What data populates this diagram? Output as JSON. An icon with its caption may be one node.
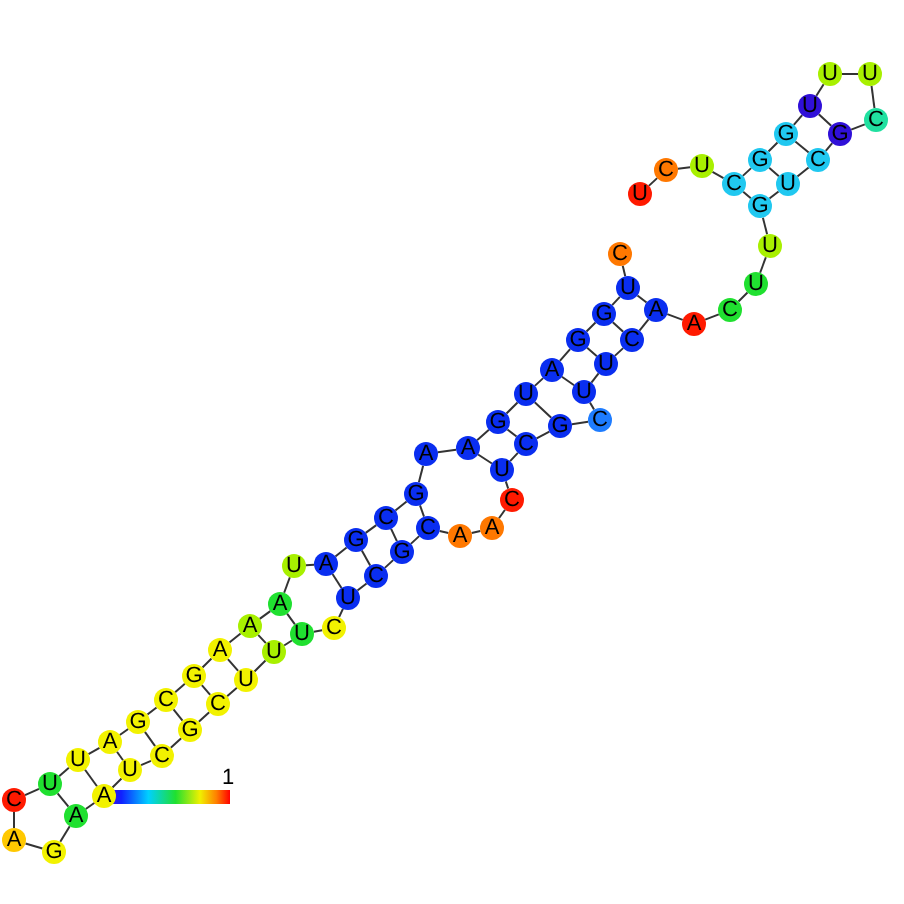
{
  "diagram": {
    "nodes": [
      {
        "text": [
          "U"
        ]
      },
      {
        "text": [
          "C"
        ]
      },
      {
        "text": [
          "U"
        ]
      },
      {
        "text": [
          "C"
        ]
      },
      {
        "text": [
          "G"
        ]
      },
      {
        "text": [
          "G"
        ]
      },
      {
        "text": [
          "U"
        ]
      },
      {
        "text": [
          "U"
        ]
      },
      {
        "text": [
          "U"
        ]
      },
      {
        "text": [
          "C"
        ]
      },
      {
        "text": [
          "G"
        ]
      },
      {
        "text": [
          "C"
        ]
      },
      {
        "text": [
          "U"
        ]
      },
      {
        "text": [
          "G"
        ]
      },
      {
        "text": [
          "U"
        ]
      },
      {
        "text": [
          "U"
        ]
      },
      {
        "text": [
          "C"
        ]
      },
      {
        "text": [
          "A"
        ]
      },
      {
        "text": [
          "A"
        ]
      },
      {
        "text": [
          "C"
        ]
      },
      {
        "text": [
          "U"
        ]
      },
      {
        "text": [
          "U"
        ]
      },
      {
        "text": [
          "C"
        ]
      },
      {
        "text": [
          "G"
        ]
      },
      {
        "text": [
          "C"
        ]
      },
      {
        "text": [
          "U"
        ]
      },
      {
        "text": [
          "C"
        ]
      },
      {
        "text": [
          "A"
        ]
      },
      {
        "text": [
          "A"
        ]
      },
      {
        "text": [
          "C"
        ]
      },
      {
        "text": [
          "G"
        ]
      },
      {
        "text": [
          "C"
        ]
      },
      {
        "text": [
          "U"
        ]
      },
      {
        "text": [
          "C"
        ]
      },
      {
        "text": [
          "U"
        ]
      },
      {
        "text": [
          "U"
        ]
      },
      {
        "text": [
          "U"
        ]
      },
      {
        "text": [
          "C"
        ]
      },
      {
        "text": [
          "G"
        ]
      },
      {
        "text": [
          "C"
        ]
      },
      {
        "text": [
          "U"
        ]
      },
      {
        "text": [
          "A"
        ]
      },
      {
        "text": [
          "A"
        ]
      },
      {
        "text": [
          "G"
        ]
      },
      {
        "text": [
          "A"
        ]
      },
      {
        "text": [
          "C"
        ]
      },
      {
        "text": [
          "U"
        ]
      },
      {
        "text": [
          "U"
        ]
      },
      {
        "text": [
          "A"
        ]
      },
      {
        "text": [
          "G"
        ]
      },
      {
        "text": [
          "C"
        ]
      },
      {
        "text": [
          "G"
        ]
      },
      {
        "text": [
          "A"
        ]
      },
      {
        "text": [
          "A"
        ]
      },
      {
        "text": [
          "A"
        ]
      },
      {
        "text": [
          "U"
        ]
      },
      {
        "text": [
          "A"
        ]
      },
      {
        "text": [
          "G"
        ]
      },
      {
        "text": [
          "C"
        ]
      },
      {
        "text": [
          "G"
        ]
      },
      {
        "text": [
          "A"
        ]
      },
      {
        "text": [
          "A"
        ]
      },
      {
        "text": [
          "G"
        ]
      },
      {
        "text": [
          "U"
        ]
      },
      {
        "text": [
          "A"
        ]
      },
      {
        "text": [
          "G"
        ]
      },
      {
        "text": [
          "G"
        ]
      },
      {
        "text": [
          "U"
        ]
      },
      {
        "text": [
          "C"
        ]
      }
    ],
    "edges": [
      {
        "from": 0,
        "to": 1,
        "arrow": "none"
      },
      {
        "from": 1,
        "to": 2,
        "arrow": "none"
      },
      {
        "from": 2,
        "to": 3,
        "arrow": "none"
      },
      {
        "from": 3,
        "to": 4,
        "arrow": "none"
      },
      {
        "from": 4,
        "to": 5,
        "arrow": "none"
      },
      {
        "from": 5,
        "to": 6,
        "arrow": "none"
      },
      {
        "from": 6,
        "to": 7,
        "arrow": "none"
      },
      {
        "from": 7,
        "to": 8,
        "arrow": "none"
      },
      {
        "from": 8,
        "to": 9,
        "arrow": "none"
      },
      {
        "from": 9,
        "to": 10,
        "arrow": "none"
      },
      {
        "from": 10,
        "to": 11,
        "arrow": "none"
      },
      {
        "from": 11,
        "to": 12,
        "arrow": "none"
      },
      {
        "from": 12,
        "to": 13,
        "arrow": "none"
      },
      {
        "from": 13,
        "to": 14,
        "arrow": "none"
      },
      {
        "from": 14,
        "to": 15,
        "arrow": "none"
      },
      {
        "from": 15,
        "to": 16,
        "arrow": "none"
      },
      {
        "from": 16,
        "to": 17,
        "arrow": "none"
      },
      {
        "from": 17,
        "to": 18,
        "arrow": "none"
      },
      {
        "from": 18,
        "to": 19,
        "arrow": "none"
      },
      {
        "from": 19,
        "to": 20,
        "arrow": "none"
      },
      {
        "from": 20,
        "to": 21,
        "arrow": "none"
      },
      {
        "from": 21,
        "to": 22,
        "arrow": "none"
      },
      {
        "from": 22,
        "to": 23,
        "arrow": "none"
      },
      {
        "from": 23,
        "to": 24,
        "arrow": "none"
      },
      {
        "from": 24,
        "to": 25,
        "arrow": "none"
      },
      {
        "from": 25,
        "to": 26,
        "arrow": "none"
      },
      {
        "from": 26,
        "to": 27,
        "arrow": "none"
      },
      {
        "from": 27,
        "to": 28,
        "arrow": "none"
      },
      {
        "from": 28,
        "to": 29,
        "arrow": "none"
      },
      {
        "from": 29,
        "to": 30,
        "arrow": "none"
      },
      {
        "from": 30,
        "to": 31,
        "arrow": "none"
      },
      {
        "from": 31,
        "to": 32,
        "arrow": "none"
      },
      {
        "from": 32,
        "to": 33,
        "arrow": "none"
      },
      {
        "from": 33,
        "to": 34,
        "arrow": "none"
      },
      {
        "from": 34,
        "to": 35,
        "arrow": "none"
      },
      {
        "from": 35,
        "to": 36,
        "arrow": "none"
      },
      {
        "from": 36,
        "to": 37,
        "arrow": "none"
      },
      {
        "from": 37,
        "to": 38,
        "arrow": "none"
      },
      {
        "from": 38,
        "to": 39,
        "arrow": "none"
      },
      {
        "from": 39,
        "to": 40,
        "arrow": "none"
      },
      {
        "from": 40,
        "to": 41,
        "arrow": "none"
      },
      {
        "from": 41,
        "to": 42,
        "arrow": "none"
      },
      {
        "from": 42,
        "to": 43,
        "arrow": "none"
      },
      {
        "from": 43,
        "to": 44,
        "arrow": "none"
      },
      {
        "from": 44,
        "to": 45,
        "arrow": "none"
      },
      {
        "from": 45,
        "to": 46,
        "arrow": "none"
      },
      {
        "from": 46,
        "to": 47,
        "arrow": "none"
      },
      {
        "from": 47,
        "to": 48,
        "arrow": "none"
      },
      {
        "from": 48,
        "to": 49,
        "arrow": "none"
      },
      {
        "from": 49,
        "to": 50,
        "arrow": "none"
      },
      {
        "from": 50,
        "to": 51,
        "arrow": "none"
      },
      {
        "from": 51,
        "to": 52,
        "arrow": "none"
      },
      {
        "from": 52,
        "to": 53,
        "arrow": "none"
      },
      {
        "from": 53,
        "to": 54,
        "arrow": "none"
      },
      {
        "from": 54,
        "to": 55,
        "arrow": "none"
      },
      {
        "from": 55,
        "to": 56,
        "arrow": "none"
      },
      {
        "from": 56,
        "to": 57,
        "arrow": "none"
      },
      {
        "from": 57,
        "to": 58,
        "arrow": "none"
      },
      {
        "from": 58,
        "to": 59,
        "arrow": "none"
      },
      {
        "from": 59,
        "to": 60,
        "arrow": "none"
      },
      {
        "from": 60,
        "to": 61,
        "arrow": "none"
      },
      {
        "from": 61,
        "to": 62,
        "arrow": "none"
      },
      {
        "from": 62,
        "to": 63,
        "arrow": "none"
      },
      {
        "from": 63,
        "to": 64,
        "arrow": "none"
      },
      {
        "from": 64,
        "to": 65,
        "arrow": "none"
      },
      {
        "from": 65,
        "to": 66,
        "arrow": "none"
      },
      {
        "from": 66,
        "to": 67,
        "arrow": "none"
      },
      {
        "from": 67,
        "to": 68,
        "arrow": "none"
      },
      {
        "from": 3,
        "to": 13,
        "arrow": "none"
      },
      {
        "from": 4,
        "to": 12,
        "arrow": "none"
      },
      {
        "from": 5,
        "to": 11,
        "arrow": "none"
      },
      {
        "from": 6,
        "to": 10,
        "arrow": "none"
      },
      {
        "from": 46,
        "to": 42,
        "arrow": "none"
      },
      {
        "from": 47,
        "to": 41,
        "arrow": "none"
      },
      {
        "from": 48,
        "to": 40,
        "arrow": "none"
      },
      {
        "from": 49,
        "to": 39,
        "arrow": "none"
      },
      {
        "from": 50,
        "to": 38,
        "arrow": "none"
      },
      {
        "from": 51,
        "to": 37,
        "arrow": "none"
      },
      {
        "from": 52,
        "to": 36,
        "arrow": "none"
      },
      {
        "from": 53,
        "to": 35,
        "arrow": "none"
      },
      {
        "from": 54,
        "to": 34,
        "arrow": "none"
      },
      {
        "from": 56,
        "to": 32,
        "arrow": "none"
      },
      {
        "from": 57,
        "to": 31,
        "arrow": "none"
      },
      {
        "from": 58,
        "to": 30,
        "arrow": "none"
      },
      {
        "from": 59,
        "to": 29,
        "arrow": "none"
      },
      {
        "from": 61,
        "to": 25,
        "arrow": "none"
      },
      {
        "from": 62,
        "to": 24,
        "arrow": "none"
      },
      {
        "from": 63,
        "to": 23,
        "arrow": "none"
      },
      {
        "from": 64,
        "to": 21,
        "arrow": "none"
      },
      {
        "from": 65,
        "to": 20,
        "arrow": "none"
      },
      {
        "from": 66,
        "to": 19,
        "arrow": "none"
      },
      {
        "from": 67,
        "to": 18,
        "arrow": "none"
      }
    ],
    "labels": [
      "1"
    ]
  }
}
